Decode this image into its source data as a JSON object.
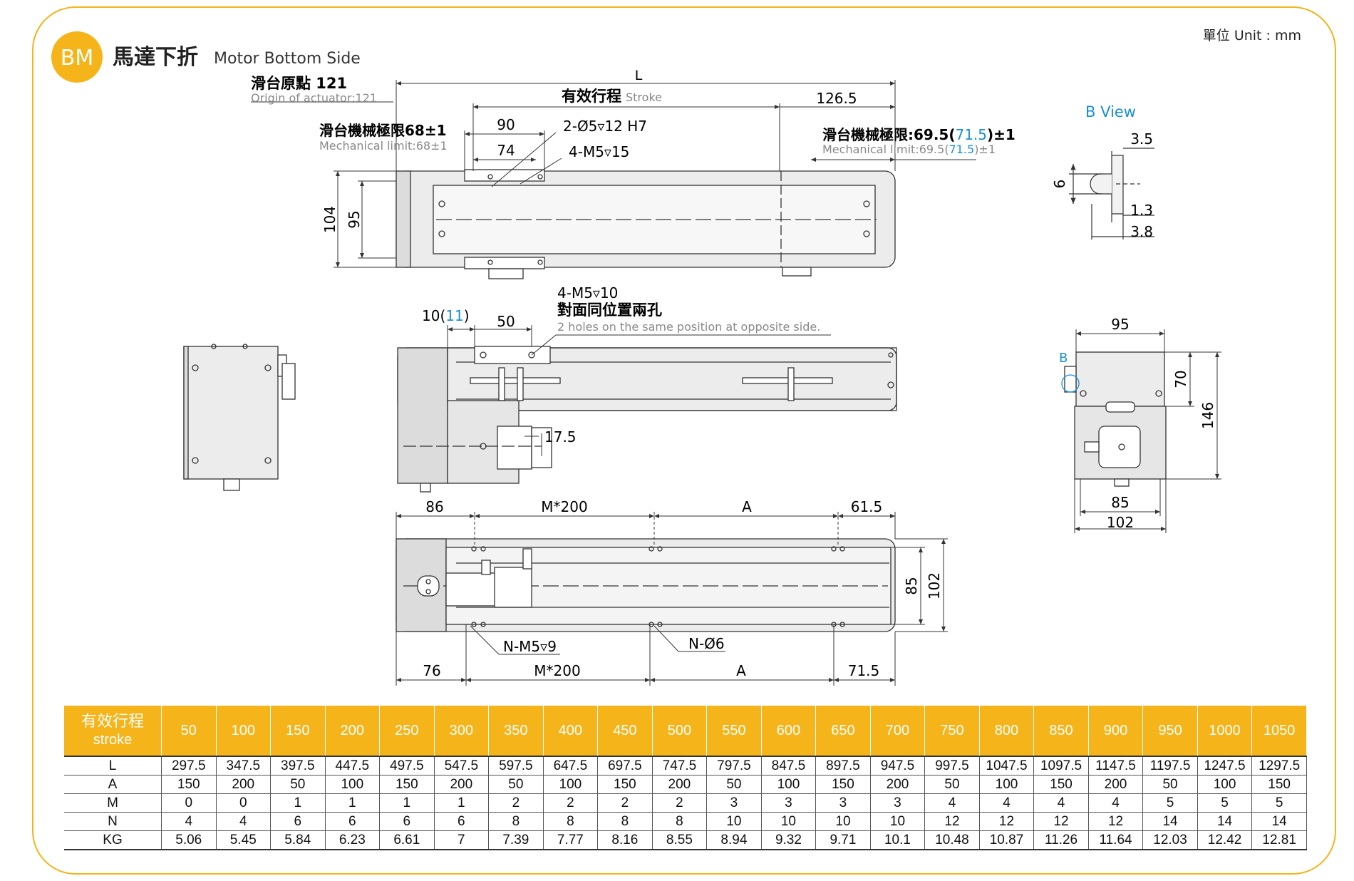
{
  "header": {
    "badge": "BM",
    "title_cn": "馬達下折",
    "title_en": "Motor Bottom Side",
    "unit": "單位 Unit : mm",
    "accent_color": "#f4b41a",
    "highlight_color": "#1a8fd8"
  },
  "top_view": {
    "dim_L": "L",
    "origin_cn": "滑台原點 121",
    "origin_en": "Origin of actuator:121",
    "stroke_cn": "有效行程",
    "stroke_en": "Stroke",
    "dim_126_5": "126.5",
    "mech_limit_left_cn": "滑台機械極限68±1",
    "mech_limit_left_en": "Mechanical limit:68±1",
    "dim_90": "90",
    "dim_74": "74",
    "hole_pin": "2-Ø5▿12 H7",
    "hole_m5_15": "4-M5▿15",
    "mech_limit_right_cn_a": "滑台機械極限:69.5(",
    "mech_limit_right_cn_hl": "71.5",
    "mech_limit_right_cn_b": ")±1",
    "mech_limit_right_en_a": "Mechanical limit:69.5(",
    "mech_limit_right_en_hl": "71.5",
    "mech_limit_right_en_b": ")±1",
    "dim_104": "104",
    "dim_95": "95"
  },
  "b_view": {
    "title": "B View",
    "dim_3_5": "3.5",
    "dim_6": "6",
    "dim_1_3": "1.3",
    "dim_3_8": "3.8"
  },
  "side_view": {
    "hole_m5_10": "4-M5▿10",
    "note_cn": "對面同位置兩孔",
    "note_en": "2 holes on the same position at opposite side.",
    "dim_10_a": "10(",
    "dim_10_hl": "11",
    "dim_10_b": ")",
    "dim_50": "50",
    "dim_17_5": "17.5"
  },
  "end_view": {
    "dim_95": "95",
    "dim_70": "70",
    "dim_146": "146",
    "dim_85": "85",
    "dim_102": "102",
    "label_b": "B"
  },
  "bottom_view": {
    "dim_86": "86",
    "dim_m200_top": "M*200",
    "dim_a_top": "A",
    "dim_61_5": "61.5",
    "dim_85": "85",
    "dim_102": "102",
    "hole_nm5": "N-M5▿9",
    "hole_n6": "N-Ø6",
    "dim_76": "76",
    "dim_m200_bottom": "M*200",
    "dim_a_bottom": "A",
    "dim_71_5": "71.5"
  },
  "spec_table": {
    "head_cn": "有效行程",
    "head_en": "stroke",
    "strokes": [
      "50",
      "100",
      "150",
      "200",
      "250",
      "300",
      "350",
      "400",
      "450",
      "500",
      "550",
      "600",
      "650",
      "700",
      "750",
      "800",
      "850",
      "900",
      "950",
      "1000",
      "1050"
    ],
    "rows": [
      {
        "label": "L",
        "values": [
          "297.5",
          "347.5",
          "397.5",
          "447.5",
          "497.5",
          "547.5",
          "597.5",
          "647.5",
          "697.5",
          "747.5",
          "797.5",
          "847.5",
          "897.5",
          "947.5",
          "997.5",
          "1047.5",
          "1097.5",
          "1147.5",
          "1197.5",
          "1247.5",
          "1297.5"
        ]
      },
      {
        "label": "A",
        "values": [
          "150",
          "200",
          "50",
          "100",
          "150",
          "200",
          "50",
          "100",
          "150",
          "200",
          "50",
          "100",
          "150",
          "200",
          "50",
          "100",
          "150",
          "200",
          "50",
          "100",
          "150"
        ]
      },
      {
        "label": "M",
        "values": [
          "0",
          "0",
          "1",
          "1",
          "1",
          "1",
          "2",
          "2",
          "2",
          "2",
          "3",
          "3",
          "3",
          "3",
          "4",
          "4",
          "4",
          "4",
          "5",
          "5",
          "5"
        ]
      },
      {
        "label": "N",
        "values": [
          "4",
          "4",
          "6",
          "6",
          "6",
          "6",
          "8",
          "8",
          "8",
          "8",
          "10",
          "10",
          "10",
          "10",
          "12",
          "12",
          "12",
          "12",
          "14",
          "14",
          "14"
        ]
      },
      {
        "label": "KG",
        "values": [
          "5.06",
          "5.45",
          "5.84",
          "6.23",
          "6.61",
          "7",
          "7.39",
          "7.77",
          "8.16",
          "8.55",
          "8.94",
          "9.32",
          "9.71",
          "10.1",
          "10.48",
          "10.87",
          "11.26",
          "11.64",
          "12.03",
          "12.42",
          "12.81"
        ]
      }
    ]
  }
}
